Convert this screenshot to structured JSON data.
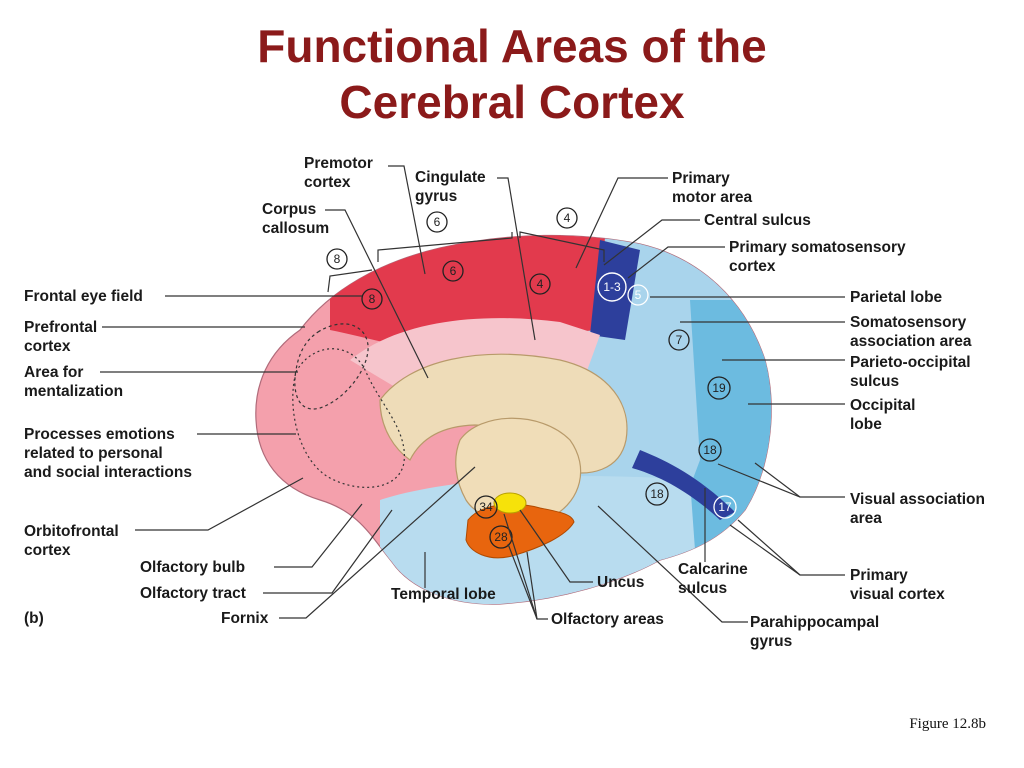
{
  "title": {
    "line1": "Functional Areas of the",
    "line2": "Cerebral Cortex"
  },
  "panel_label": "(b)",
  "figure_caption": "Figure 12.8b",
  "colors": {
    "title": "#8b1a1a",
    "frontal_pink": "#f4a0ac",
    "motor_red": "#e23a4d",
    "somatosensory_blue": "#2d3f9c",
    "parietal_lightblue": "#a9d4ec",
    "occipital_blue": "#6cbbe0",
    "corpus_callosum_tan": "#eedcb8",
    "olfactory_orange": "#e8650e",
    "olfactory_yellow": "#f6e20a"
  },
  "labels": {
    "premotor_cortex": [
      "Premotor",
      "cortex"
    ],
    "cingulate_gyrus": [
      "Cingulate",
      "gyrus"
    ],
    "corpus_callosum": [
      "Corpus",
      "callosum"
    ],
    "primary_motor_area": [
      "Primary",
      "motor area"
    ],
    "central_sulcus": "Central sulcus",
    "primary_somatosensory_cortex": [
      "Primary somatosensory",
      "cortex"
    ],
    "frontal_eye_field": "Frontal eye field",
    "parietal_lobe": "Parietal lobe",
    "prefrontal_cortex": [
      "Prefrontal",
      "cortex"
    ],
    "somatosensory_association_area": [
      "Somatosensory",
      "association area"
    ],
    "area_for_mentalization": [
      "Area for",
      "mentalization"
    ],
    "parieto_occipital_sulcus": [
      "Parieto-occipital",
      "sulcus"
    ],
    "occipital_lobe": [
      "Occipital",
      "lobe"
    ],
    "processes_emotions": [
      "Processes emotions",
      "related to personal",
      "and social interactions"
    ],
    "visual_association_area": [
      "Visual association",
      "area"
    ],
    "orbitofrontal_cortex": [
      "Orbitofrontal",
      "cortex"
    ],
    "calcarine_sulcus": [
      "Calcarine",
      "sulcus"
    ],
    "primary_visual_cortex": [
      "Primary",
      "visual cortex"
    ],
    "olfactory_bulb": "Olfactory bulb",
    "uncus": "Uncus",
    "olfactory_tract": "Olfactory tract",
    "temporal_lobe": "Temporal lobe",
    "fornix": "Fornix",
    "olfactory_areas": "Olfactory areas",
    "parahippocampal_gyrus": [
      "Parahippocampal",
      "gyrus"
    ]
  },
  "area_numbers": {
    "n6_top": "6",
    "n4_top": "4",
    "n8_top": "8",
    "n6": "6",
    "n4": "4",
    "n8": "8",
    "n1_3": "1-3",
    "n5": "5",
    "n7": "7",
    "n19": "19",
    "n18_upper": "18",
    "n18_lower": "18",
    "n17": "17",
    "n34": "34",
    "n28": "28"
  }
}
